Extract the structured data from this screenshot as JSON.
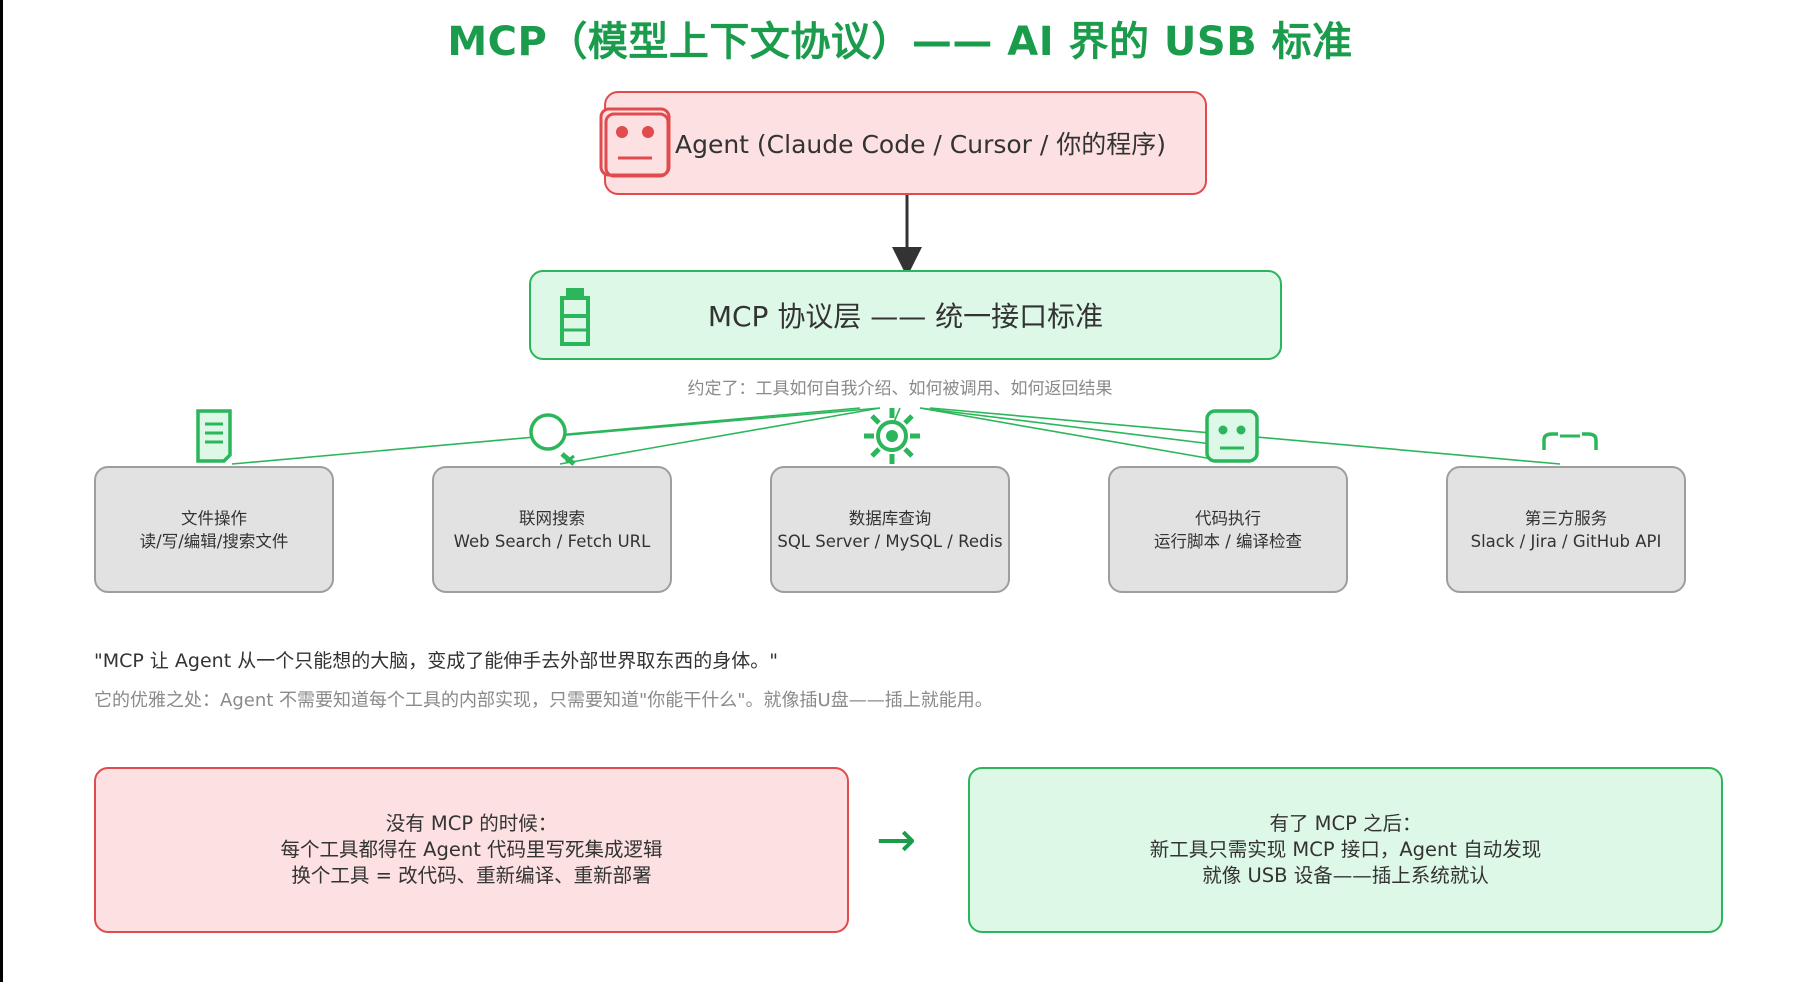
{
  "title": "MCP（模型上下文协议）—— AI 界的 USB 标准",
  "agent": {
    "label": "Agent (Claude Code / Cursor / 你的程序)",
    "icon": "robot-face-icon"
  },
  "mcp_layer": {
    "label": "MCP 协议层 —— 统一接口标准",
    "icon": "usb-plug-icon",
    "note": "约定了：工具如何自我介绍、如何被调用、如何返回结果"
  },
  "tools": [
    {
      "title": "文件操作",
      "desc": "读/写/编辑/搜索文件",
      "icon": "document-icon"
    },
    {
      "title": "联网搜索",
      "desc": "Web Search / Fetch URL",
      "icon": "magnifier-icon"
    },
    {
      "title": "数据库查询",
      "desc": "SQL Server / MySQL / Redis",
      "icon": "gear-icon"
    },
    {
      "title": "代码执行",
      "desc": "运行脚本 / 编译检查",
      "icon": "robot-face-icon"
    },
    {
      "title": "第三方服务",
      "desc": "Slack / Jira / GitHub API",
      "icon": "link-icon"
    }
  ],
  "quote": "\"MCP 让 Agent 从一个只能想的大脑，变成了能伸手去外部世界取东西的身体。\"",
  "quote_sub": "它的优雅之处：Agent 不需要知道每个工具的内部实现，只需要知道\"你能干什么\"。就像插U盘——插上就能用。",
  "before": {
    "line1": "没有 MCP 的时候：",
    "line2": "每个工具都得在 Agent 代码里写死集成逻辑",
    "line3": "换个工具 = 改代码、重新编译、重新部署"
  },
  "arrow": "→",
  "after": {
    "line1": "有了 MCP 之后：",
    "line2": "新工具只需实现 MCP 接口，Agent 自动发现",
    "line3": "就像 USB 设备——插上系统就认"
  },
  "colors": {
    "green": "#1a9c4c",
    "red_border": "#e04b4e",
    "red_fill": "#fde0e1",
    "green_border": "#2cb65b",
    "green_fill": "#ddf8e6",
    "grey_fill": "#e2e2e2"
  }
}
